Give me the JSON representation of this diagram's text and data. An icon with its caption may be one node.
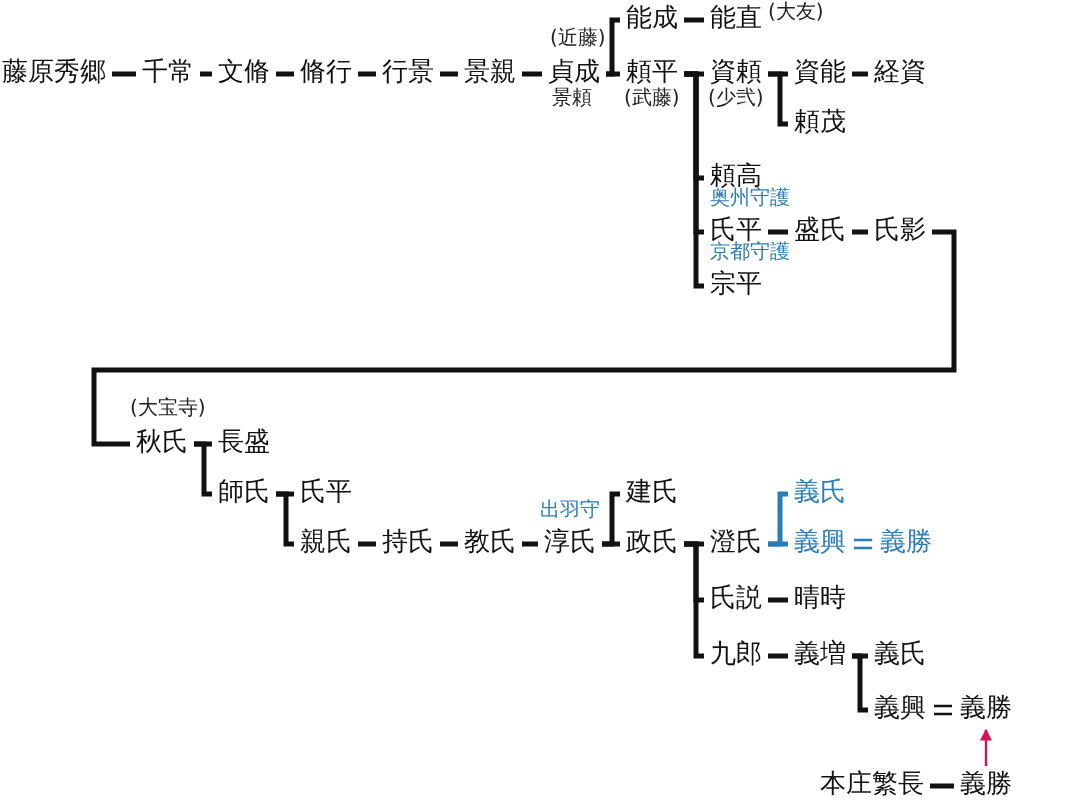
{
  "diagram": {
    "nodes": [
      {
        "text": [
          "藤原秀郷"
        ]
      },
      {
        "text": [
          "千常"
        ]
      },
      {
        "text": [
          "文脩"
        ]
      },
      {
        "text": [
          "脩行"
        ]
      },
      {
        "text": [
          "行景"
        ]
      },
      {
        "text": [
          "景親"
        ]
      },
      {
        "text": [
          "貞成"
        ],
        "beside": [
          "(近藤)",
          "景頼"
        ]
      },
      {
        "text": [
          "能成"
        ]
      },
      {
        "text": [
          "能直"
        ],
        "beside": [
          "(大友)"
        ]
      },
      {
        "text": [
          "頼平"
        ],
        "beside": [
          "(武藤)"
        ]
      },
      {
        "text": [
          "資頼"
        ],
        "beside": [
          "(少弐)"
        ]
      },
      {
        "text": [
          "資能"
        ]
      },
      {
        "text": [
          "経資"
        ]
      },
      {
        "text": [
          "頼茂"
        ]
      },
      {
        "text": [
          "頼高"
        ]
      },
      {
        "text": [
          "氏平"
        ],
        "beside": [
          "奥州守護"
        ]
      },
      {
        "text": [
          "盛氏"
        ]
      },
      {
        "text": [
          "氏影"
        ]
      },
      {
        "text": [
          "宗平"
        ],
        "beside": [
          "京都守護"
        ]
      },
      {
        "text": [
          "秋氏"
        ],
        "beside": [
          "(大宝寺)"
        ]
      },
      {
        "text": [
          "長盛"
        ]
      },
      {
        "text": [
          "師氏"
        ]
      },
      {
        "text": [
          "氏平"
        ]
      },
      {
        "text": [
          "親氏"
        ]
      },
      {
        "text": [
          "持氏"
        ]
      },
      {
        "text": [
          "教氏"
        ]
      },
      {
        "text": [
          "淳氏"
        ],
        "beside": [
          "出羽守"
        ]
      },
      {
        "text": [
          "建氏"
        ]
      },
      {
        "text": [
          "政氏"
        ]
      },
      {
        "text": [
          "澄氏"
        ]
      },
      {
        "text": [
          "義氏"
        ]
      },
      {
        "text": [
          "義興"
        ]
      },
      {
        "text": [
          "義勝"
        ]
      },
      {
        "text": [
          "氏説"
        ]
      },
      {
        "text": [
          "晴時"
        ]
      },
      {
        "text": [
          "九郎"
        ]
      },
      {
        "text": [
          "義増"
        ]
      },
      {
        "text": [
          "義氏"
        ]
      },
      {
        "text": [
          "義興"
        ]
      },
      {
        "text": [
          "義勝"
        ]
      },
      {
        "text": [
          "本庄繁長"
        ]
      },
      {
        "text": [
          "義勝"
        ]
      }
    ],
    "edges": [
      {
        "from": 0,
        "to": 1,
        "arrow": "none"
      },
      {
        "from": 1,
        "to": 2,
        "arrow": "none"
      },
      {
        "from": 2,
        "to": 3,
        "arrow": "none"
      },
      {
        "from": 3,
        "to": 4,
        "arrow": "none"
      },
      {
        "from": 4,
        "to": 5,
        "arrow": "none"
      },
      {
        "from": 5,
        "to": 6,
        "arrow": "none"
      },
      {
        "from": 6,
        "to": 7,
        "arrow": "none"
      },
      {
        "from": 6,
        "to": 9,
        "arrow": "none"
      },
      {
        "from": 7,
        "to": 8,
        "arrow": "none"
      },
      {
        "from": 9,
        "to": 10,
        "arrow": "none"
      },
      {
        "from": 9,
        "to": 14,
        "arrow": "none"
      },
      {
        "from": 9,
        "to": 15,
        "arrow": "none"
      },
      {
        "from": 9,
        "to": 18,
        "arrow": "none"
      },
      {
        "from": 10,
        "to": 11,
        "arrow": "none"
      },
      {
        "from": 10,
        "to": 13,
        "arrow": "none"
      },
      {
        "from": 11,
        "to": 12,
        "arrow": "none"
      },
      {
        "from": 15,
        "to": 16,
        "arrow": "none"
      },
      {
        "from": 16,
        "to": 17,
        "arrow": "none"
      },
      {
        "from": 17,
        "to": 19,
        "arrow": "none"
      },
      {
        "from": 19,
        "to": 20,
        "arrow": "none"
      },
      {
        "from": 19,
        "to": 21,
        "arrow": "none"
      },
      {
        "from": 21,
        "to": 22,
        "arrow": "none"
      },
      {
        "from": 21,
        "to": 23,
        "arrow": "none"
      },
      {
        "from": 23,
        "to": 24,
        "arrow": "none"
      },
      {
        "from": 24,
        "to": 25,
        "arrow": "none"
      },
      {
        "from": 25,
        "to": 26,
        "arrow": "none"
      },
      {
        "from": 26,
        "to": 27,
        "arrow": "none"
      },
      {
        "from": 26,
        "to": 28,
        "arrow": "none"
      },
      {
        "from": 28,
        "to": 29,
        "arrow": "none"
      },
      {
        "from": 28,
        "to": 33,
        "arrow": "none"
      },
      {
        "from": 28,
        "to": 35,
        "arrow": "none"
      },
      {
        "from": 29,
        "to": 30,
        "arrow": "none",
        "color": "#2a7db8"
      },
      {
        "from": 29,
        "to": 31,
        "arrow": "none",
        "color": "#2a7db8"
      },
      {
        "from": 31,
        "to": 32,
        "arrow": "none",
        "color": "#2a7db8"
      },
      {
        "from": 33,
        "to": 34,
        "arrow": "none"
      },
      {
        "from": 35,
        "to": 36,
        "arrow": "none"
      },
      {
        "from": 36,
        "to": 37,
        "arrow": "none"
      },
      {
        "from": 36,
        "to": 38,
        "arrow": "none"
      },
      {
        "from": 38,
        "to": 39,
        "arrow": "none"
      },
      {
        "from": 41,
        "to": 39,
        "arrow": "to",
        "color": "#d4145a"
      },
      {
        "from": 40,
        "to": 41,
        "arrow": "none"
      }
    ]
  }
}
